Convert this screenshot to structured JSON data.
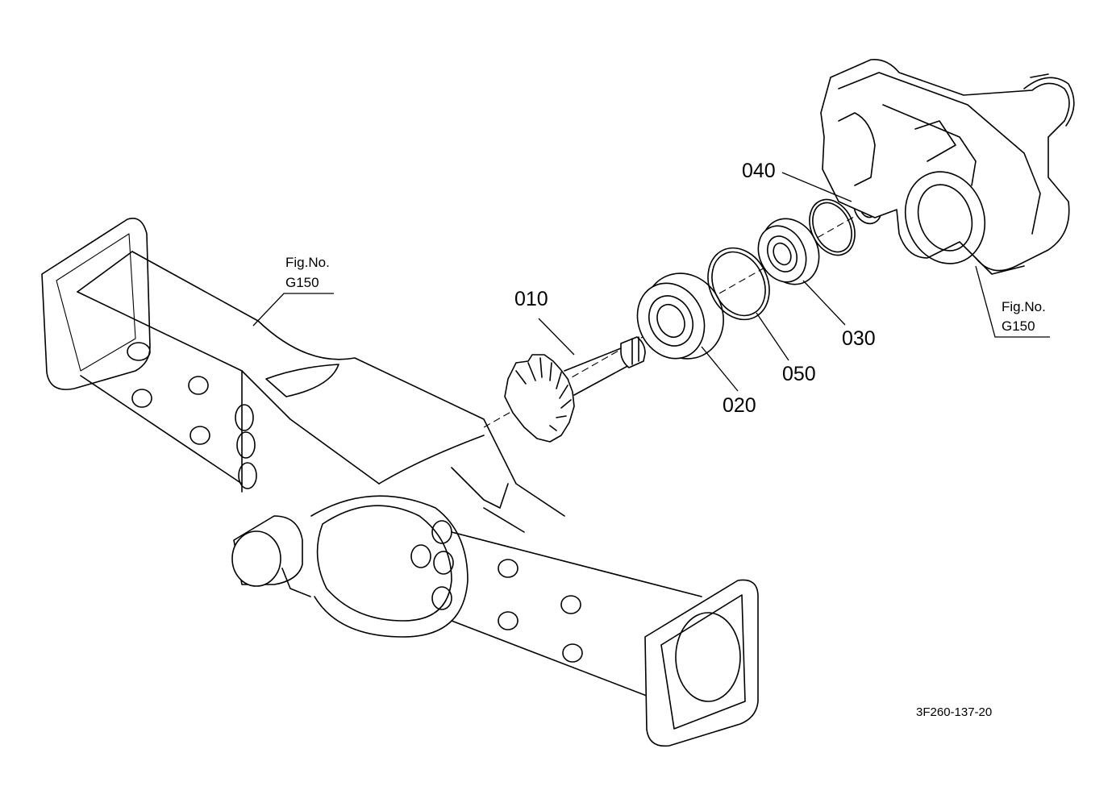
{
  "parts": [
    {
      "id": "010",
      "label": "010"
    },
    {
      "id": "020",
      "label": "020"
    },
    {
      "id": "030",
      "label": "030"
    },
    {
      "id": "040",
      "label": "040"
    },
    {
      "id": "050",
      "label": "050"
    }
  ],
  "figure_refs": [
    {
      "line1": "Fig.No.",
      "line2": "G150"
    },
    {
      "line1": "Fig.No.",
      "line2": "G150"
    }
  ],
  "drawing_code": "3F260-137-20",
  "icons": {
    "axle_housing": "front-axle-housing-icon",
    "gear_case": "gear-case-icon",
    "bevel_gear": "bevel-pinion-gear-icon",
    "bearing": "ball-bearing-icon",
    "ring": "snap-ring-icon",
    "collar": "collar-icon"
  }
}
